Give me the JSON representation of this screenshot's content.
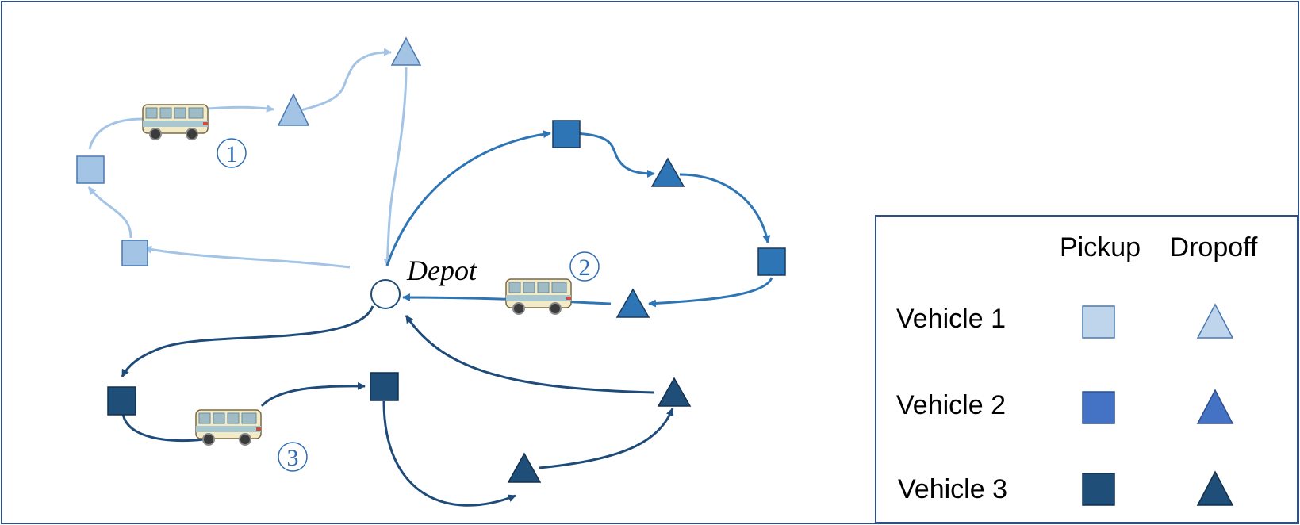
{
  "depot": {
    "label": "Depot"
  },
  "routes": [
    {
      "name": "1",
      "color": "#a4c4e6",
      "marker": "①"
    },
    {
      "name": "2",
      "color": "#2e75b6",
      "marker": "②"
    },
    {
      "name": "3",
      "color": "#1e4b7a",
      "marker": "③"
    }
  ],
  "legend": {
    "columns": [
      "Pickup",
      "Dropoff"
    ],
    "rows": [
      {
        "label": "Vehicle 1",
        "color": "#bfd5ec"
      },
      {
        "label": "Vehicle 2",
        "color": "#4472c4"
      },
      {
        "label": "Vehicle 3",
        "color": "#1f4e79"
      }
    ]
  },
  "colors": {
    "frame": "#2f4e8c",
    "node_outline_light": "#4a78b0",
    "node_outline_dark": "#1a3a5c"
  }
}
